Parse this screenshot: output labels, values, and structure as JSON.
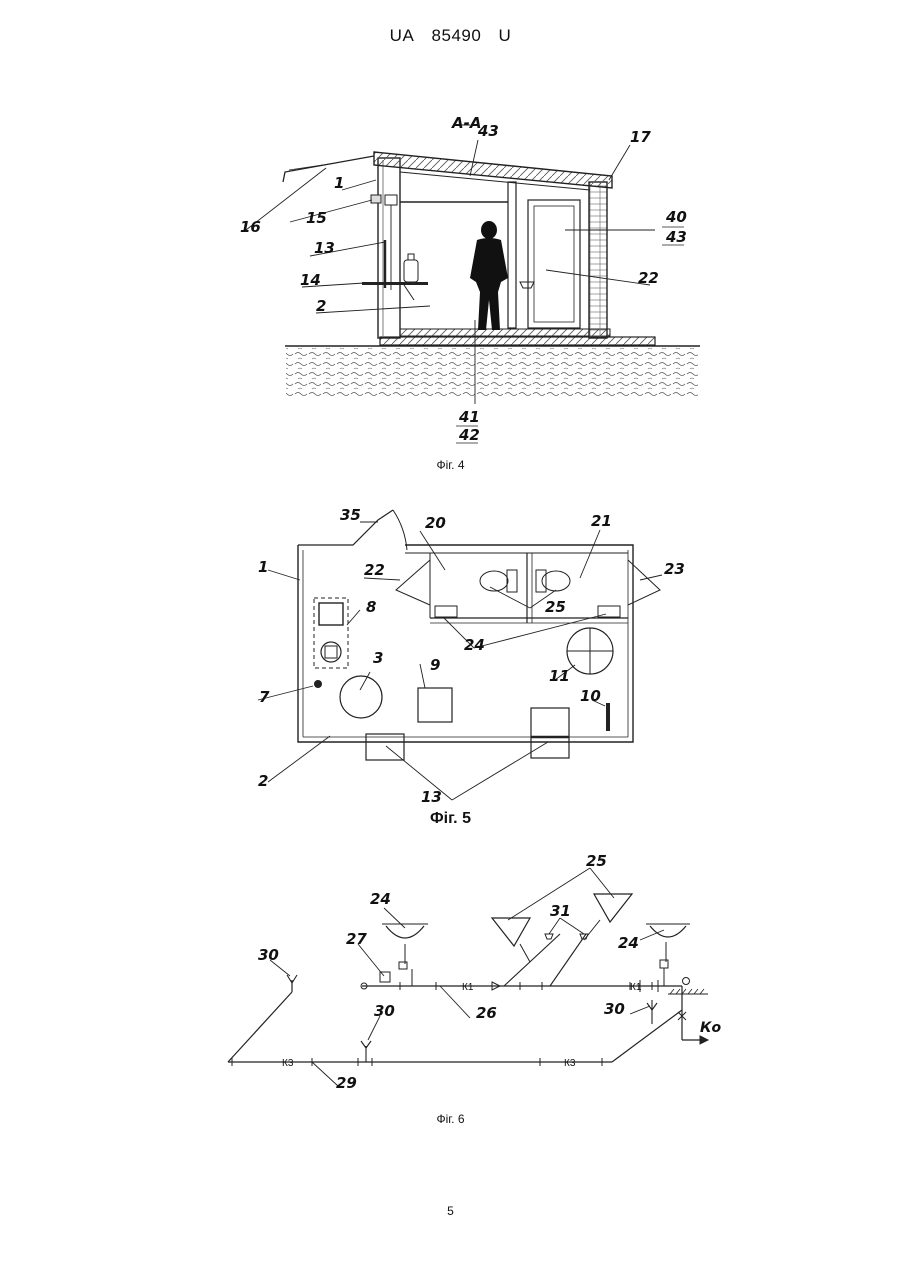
{
  "header": {
    "office": "UA",
    "number": "85490",
    "kind": "U"
  },
  "fig4": {
    "caption": "Фіг. 4",
    "section_label": "А-А",
    "labels": {
      "l43": "43",
      "l17": "17",
      "l1": "1",
      "l16": "16",
      "l15": "15",
      "l13": "13",
      "l14": "14",
      "l2": "2",
      "l40": "40",
      "l43b": "43",
      "l22": "22",
      "l41": "41",
      "l42": "42"
    }
  },
  "fig5": {
    "caption": "Фіг. 5",
    "labels": {
      "l35": "35",
      "l20": "20",
      "l21": "21",
      "l1": "1",
      "l22": "22",
      "l23": "23",
      "l8": "8",
      "l25": "25",
      "l3": "3",
      "l9": "9",
      "l24": "24",
      "l11": "11",
      "l7": "7",
      "l10": "10",
      "l2": "2",
      "l13": "13"
    }
  },
  "fig6": {
    "caption": "Фіг. 6",
    "labels": {
      "l25": "25",
      "l24a": "24",
      "l31": "31",
      "l24b": "24",
      "l27": "27",
      "l30a": "30",
      "l30b": "30",
      "l30c": "30",
      "l26": "26",
      "l29": "29",
      "k1a": "К1",
      "k1b": "К1",
      "k3a": "К3",
      "k3b": "К3",
      "ko": "Ко"
    }
  },
  "page_number": "5"
}
